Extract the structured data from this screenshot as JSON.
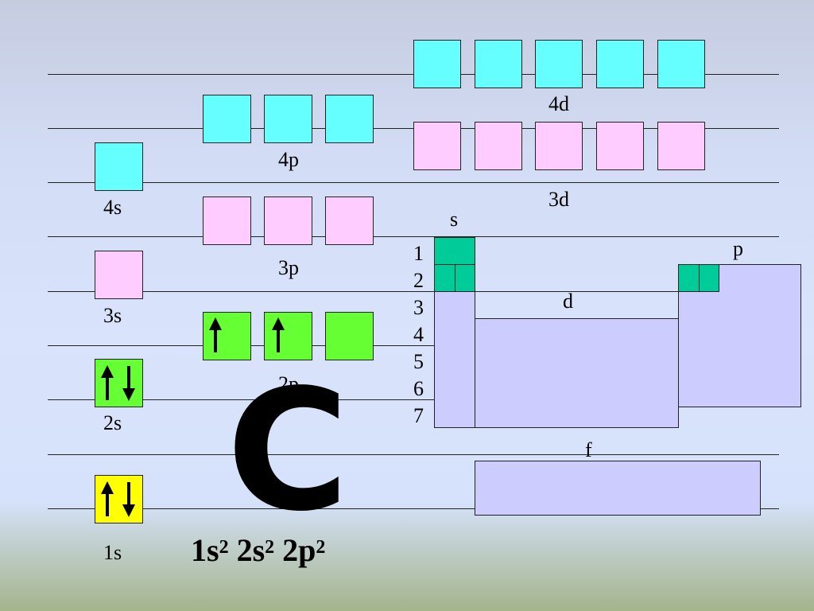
{
  "orbitals": {
    "s4": "4s",
    "s3": "3s",
    "s2": "2s",
    "s1": "1s",
    "p4": "4p",
    "p3": "3p",
    "p2": "2p",
    "d4": "4d",
    "d3": "3d"
  },
  "periodic_table": {
    "block_s": "s",
    "block_p": "p",
    "block_d": "d",
    "block_f": "f",
    "periods": [
      "1",
      "2",
      "3",
      "4",
      "5",
      "6",
      "7"
    ]
  },
  "element": {
    "symbol": "C",
    "config": [
      {
        "orbital": "1s",
        "electrons": "2"
      },
      {
        "orbital": "2s",
        "electrons": "2"
      },
      {
        "orbital": "2p",
        "electrons": "2"
      }
    ]
  },
  "colors": {
    "empty_higher": "#66ffff",
    "empty_lower": "#ffccff",
    "partially_filled": "#66ff33",
    "core": "#ffff00",
    "table_block": "#ccccff",
    "filled_cell": "#00cc99"
  }
}
